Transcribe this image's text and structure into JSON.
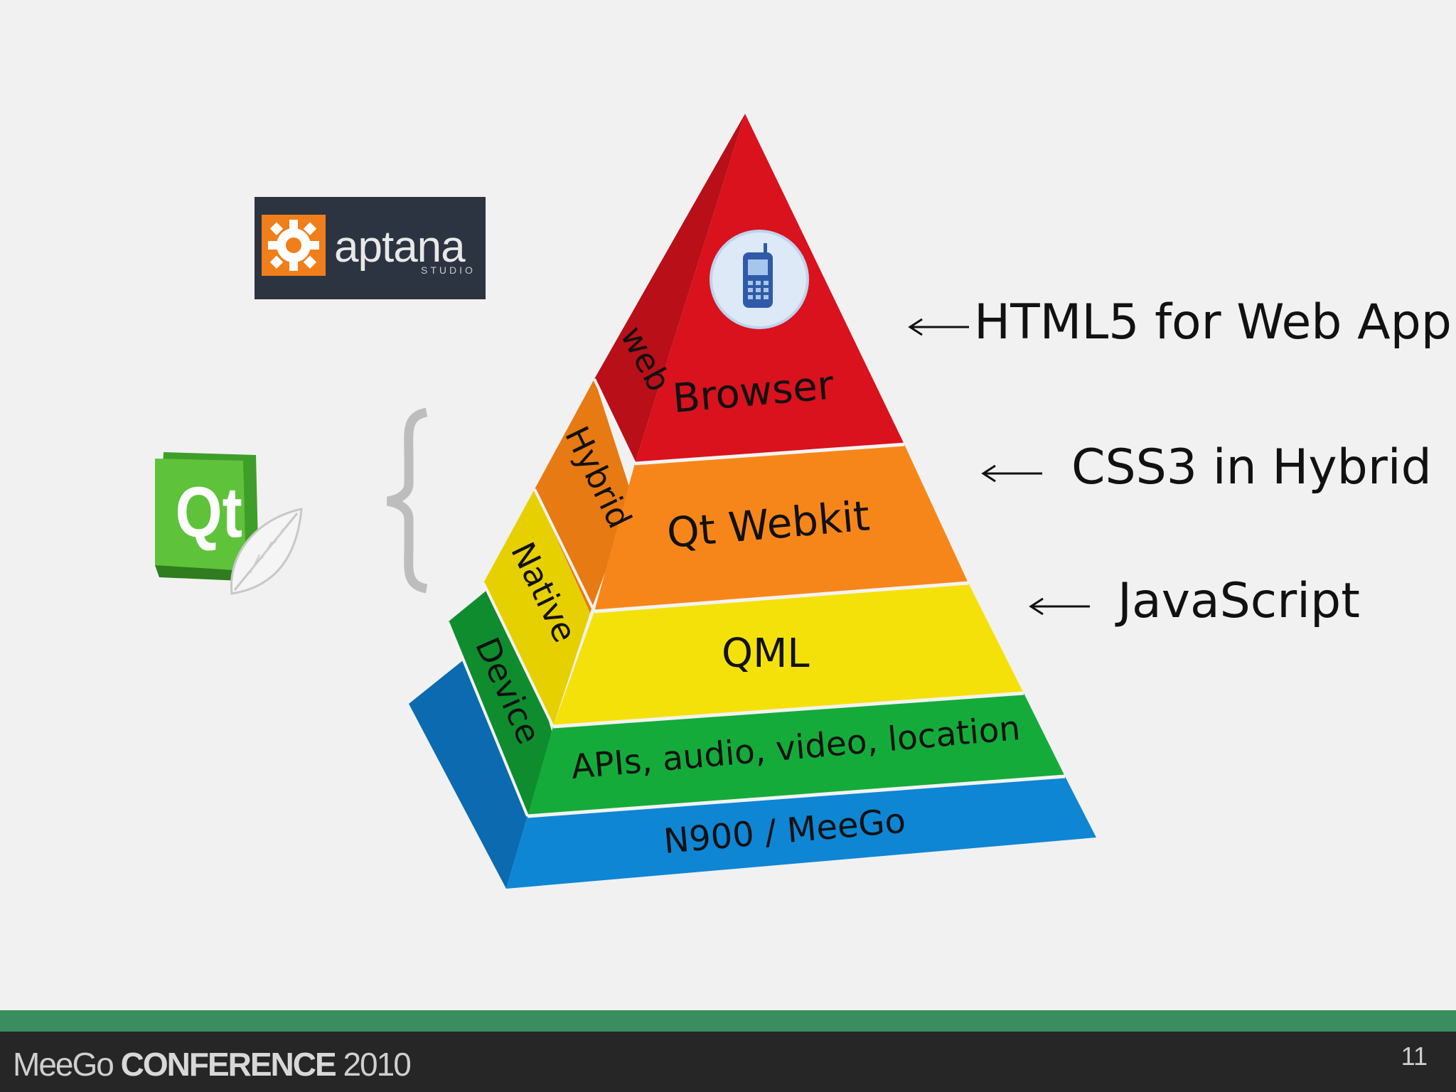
{
  "pyramid": {
    "layers": [
      {
        "side_label": "web",
        "label": "Browser",
        "color": "#d9121d"
      },
      {
        "side_label": "Hybrid",
        "label": "Qt Webkit",
        "color": "#f7861a"
      },
      {
        "side_label": "Native",
        "label": "QML",
        "color": "#f5e10a"
      },
      {
        "side_label": "Device",
        "label": "APIs, audio, video, location",
        "color": "#15ab3a"
      },
      {
        "side_label": "",
        "label": "N900 / MeeGo",
        "color": "#0e86d4"
      }
    ],
    "top_icon": "mobile-phone-icon"
  },
  "annotations": {
    "html5": "HTML5 for Web App",
    "css3": "CSS3 in Hybrid",
    "javascript": "JavaScript"
  },
  "logos": {
    "aptana": {
      "word": "aptana",
      "sub": "STUDIO",
      "icon": "gear-icon"
    },
    "qt": {
      "word": "Qt",
      "icon": "leaf-icon"
    }
  },
  "footer": {
    "brand_light": "MeeGo ",
    "brand_bold": "CONFERENCE",
    "brand_year": " 2010",
    "page_number": "11"
  }
}
